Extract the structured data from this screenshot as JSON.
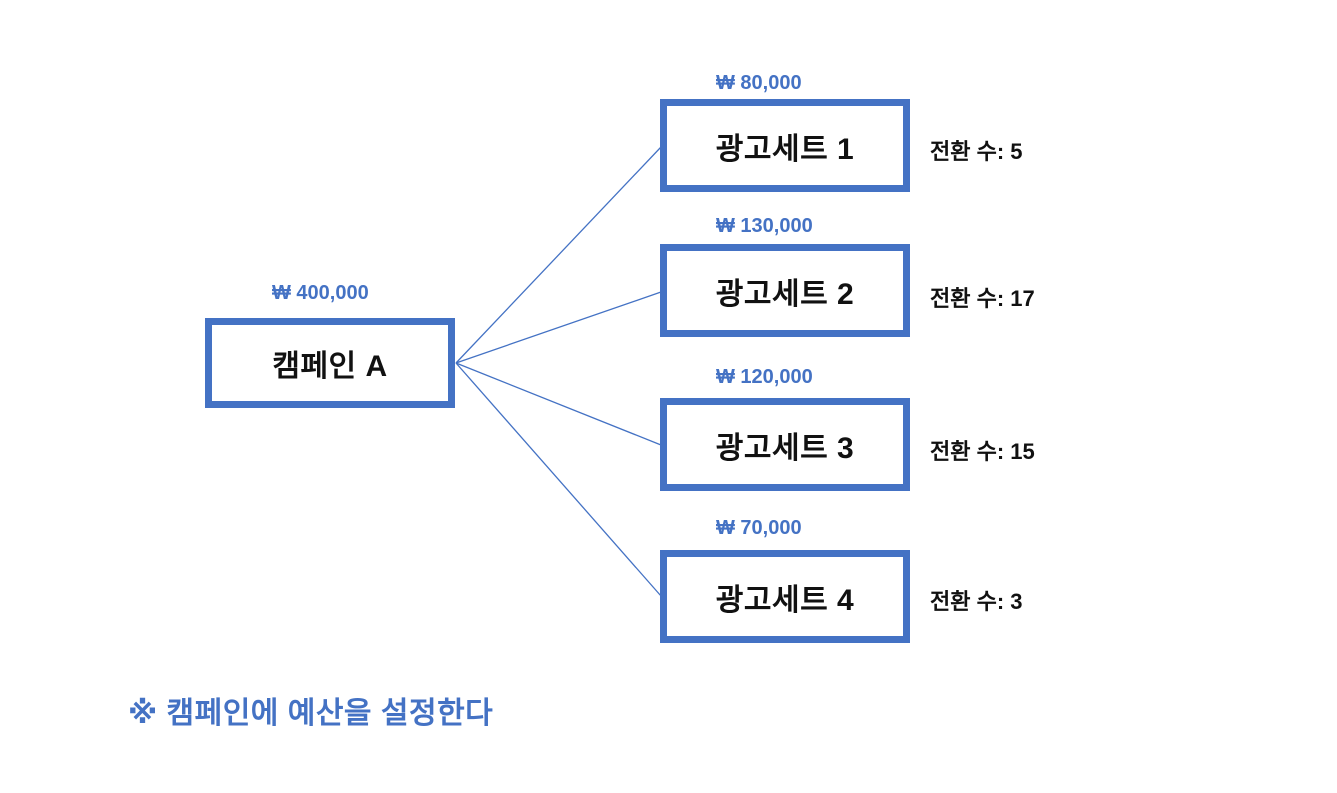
{
  "diagram": {
    "campaign": {
      "label": "캠페인 A",
      "budget": "₩ 400,000"
    },
    "adsets": [
      {
        "label": "광고세트 1",
        "budget": "₩ 80,000",
        "conversions": "전환 수: 5"
      },
      {
        "label": "광고세트 2",
        "budget": "₩ 130,000",
        "conversions": "전환 수: 17"
      },
      {
        "label": "광고세트 3",
        "budget": "₩ 120,000",
        "conversions": "전환 수: 15"
      },
      {
        "label": "광고세트 4",
        "budget": "₩ 70,000",
        "conversions": "전환 수: 3"
      }
    ],
    "note": "※ 캠페인에 예산을 설정한다",
    "colors": {
      "accent_blue": "#4472C4",
      "node_text": "#111111",
      "background": "#ffffff"
    }
  }
}
